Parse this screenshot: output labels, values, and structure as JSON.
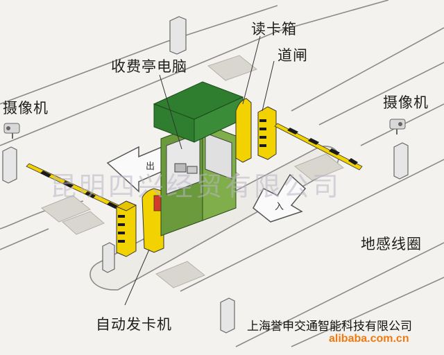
{
  "labels": {
    "card_reader": "读卡箱",
    "barrier_gate": "道闸",
    "booth_computer": "收费亭电脑",
    "camera_left": "摄像机",
    "camera_right": "摄像机",
    "ground_loop": "地感线圈",
    "ticket_dispenser": "自动发卡机"
  },
  "arrows": {
    "exit": "出",
    "entry": "入"
  },
  "watermark": "昆明四兴经贸有限公司",
  "company": "上海誉申交通智能科技有限公司",
  "site": "alibaba.com.cn",
  "colors": {
    "booth_roof": "#2f7d2f",
    "booth_wall": "#6b9a3c",
    "gate_yellow": "#f2d200",
    "stripe_black": "#1a1a1a",
    "dispenser_red": "#d43a2a",
    "line": "#7a7a7a",
    "watermark": "#b9b4c6"
  }
}
